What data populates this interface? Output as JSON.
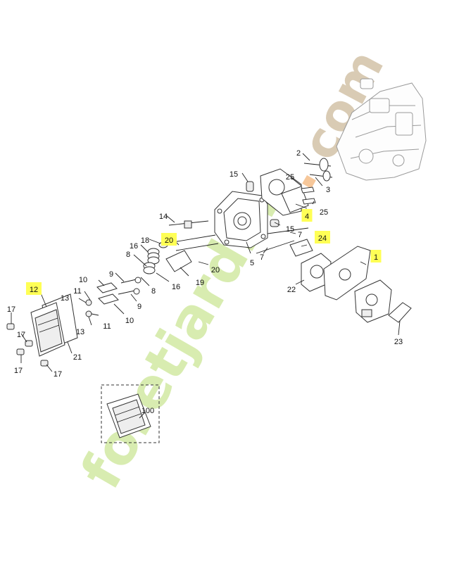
{
  "watermark": {
    "text_main": "foretjardin",
    "text_dot": ".",
    "text_tld": "com",
    "color_main": "#d8ecb0",
    "color_accent": "#f6c79a",
    "color_tld": "#d9cbb4"
  },
  "highlight_color": "#ffff55",
  "callouts": [
    {
      "id": "1",
      "highlighted": true
    },
    {
      "id": "2",
      "highlighted": false
    },
    {
      "id": "3",
      "highlighted": false
    },
    {
      "id": "4",
      "highlighted": true
    },
    {
      "id": "5",
      "highlighted": false
    },
    {
      "id": "7",
      "highlighted": false
    },
    {
      "id": "8",
      "highlighted": false
    },
    {
      "id": "9",
      "highlighted": false
    },
    {
      "id": "10",
      "highlighted": false
    },
    {
      "id": "11",
      "highlighted": false
    },
    {
      "id": "12",
      "highlighted": true
    },
    {
      "id": "13",
      "highlighted": false
    },
    {
      "id": "14",
      "highlighted": false
    },
    {
      "id": "15",
      "highlighted": false
    },
    {
      "id": "16",
      "highlighted": false
    },
    {
      "id": "17",
      "highlighted": false
    },
    {
      "id": "18",
      "highlighted": false
    },
    {
      "id": "19",
      "highlighted": false
    },
    {
      "id": "20",
      "highlighted": true
    },
    {
      "id": "21",
      "highlighted": false
    },
    {
      "id": "22",
      "highlighted": false
    },
    {
      "id": "23",
      "highlighted": false
    },
    {
      "id": "24",
      "highlighted": true
    },
    {
      "id": "25",
      "highlighted": false
    },
    {
      "id": "100",
      "highlighted": false
    }
  ]
}
